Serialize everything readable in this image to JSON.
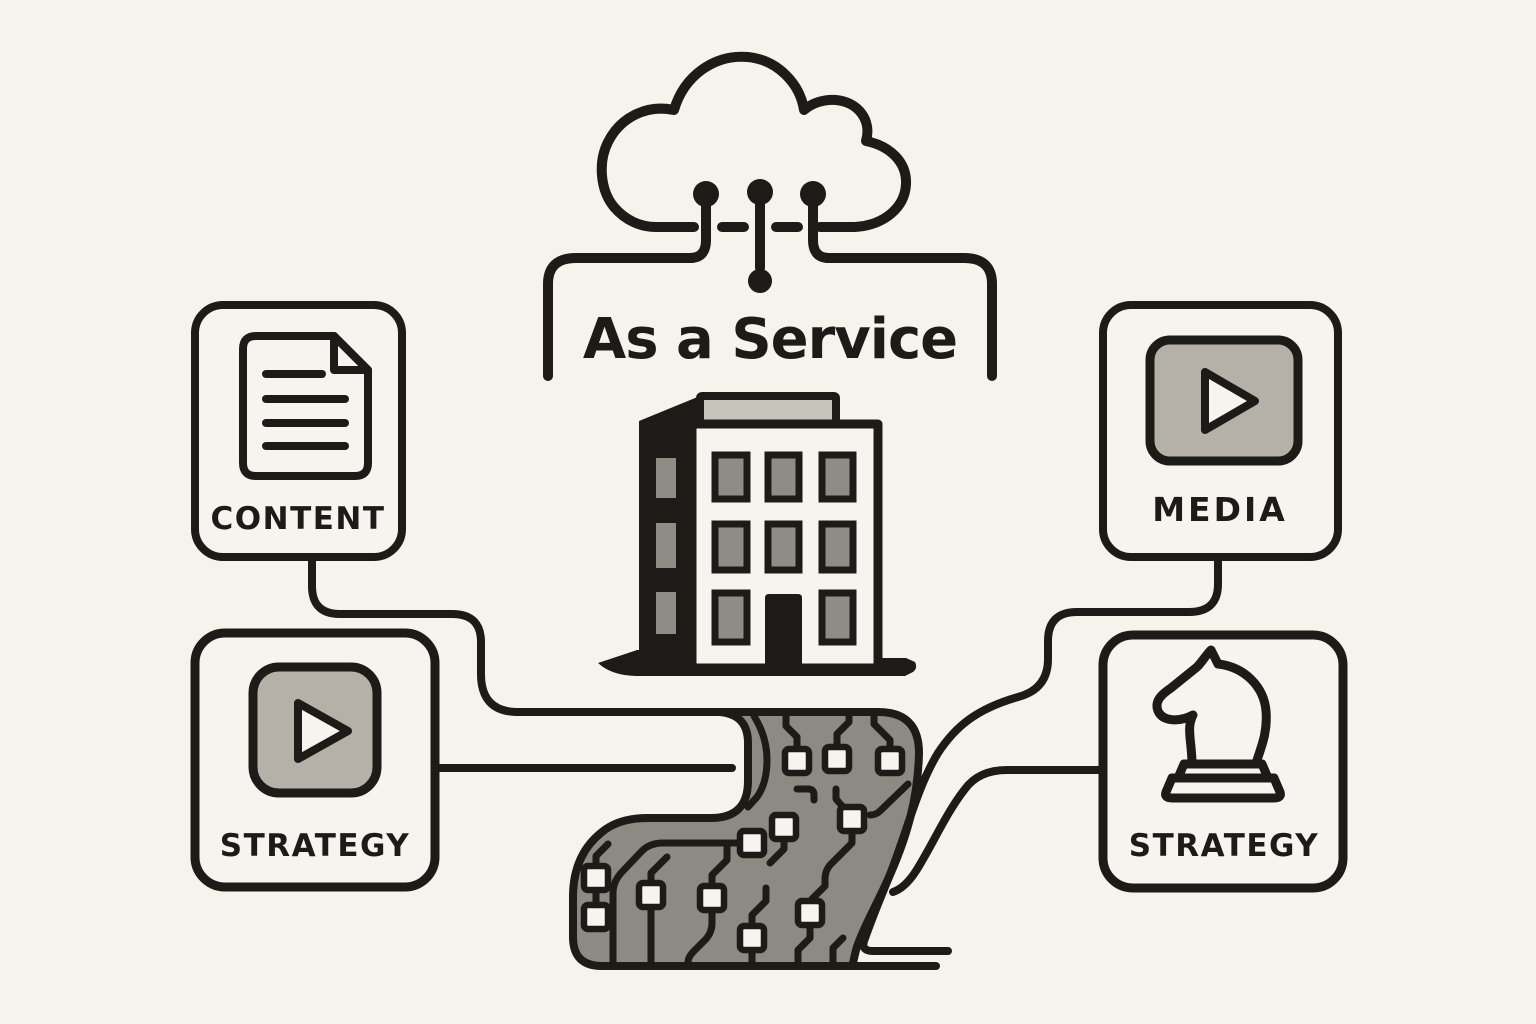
{
  "title": "As a Service",
  "cards": {
    "content": {
      "label": "CONTENT",
      "icon": "document-icon"
    },
    "media": {
      "label": "MEDIA",
      "icon": "video-player-icon"
    },
    "strategy_left": {
      "label": "STRATEGY",
      "icon": "play-button-icon"
    },
    "strategy_right": {
      "label": "STRATEGY",
      "icon": "chess-knight-icon"
    }
  },
  "icons": [
    "cloud-icon",
    "building-icon",
    "circuit-river",
    "document-icon",
    "video-player-icon",
    "play-button-icon",
    "chess-knight-icon"
  ],
  "colors": {
    "bg": "#f5f3ec",
    "ink": "#1d1b18",
    "river": "#8d8a83",
    "panel": "#b5b1a8",
    "window": "#8f8c85",
    "roof": "#c7c4bb",
    "fold": "#a5a29b",
    "card": "#f6f4ee"
  }
}
